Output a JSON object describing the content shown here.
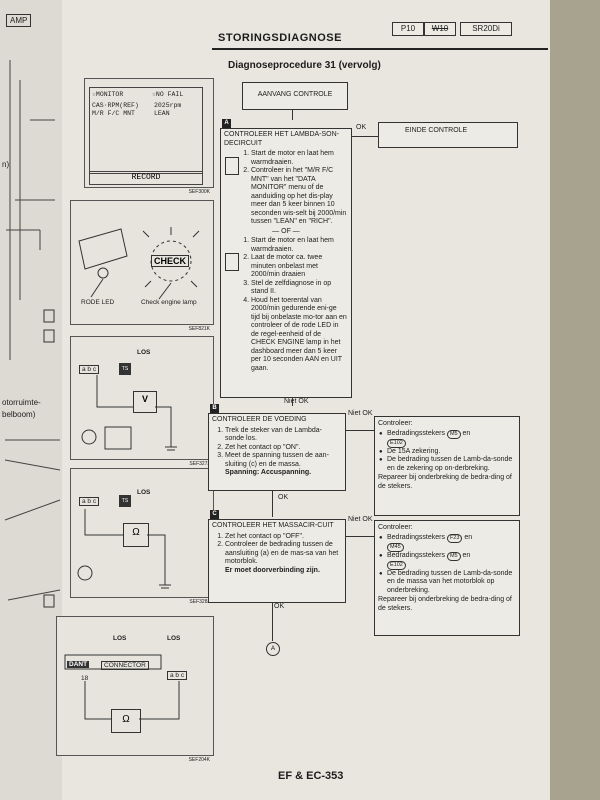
{
  "left_page": {
    "lamp": "AMP",
    "on": "n)",
    "ot": "otorruimte-",
    "belboom": "belboom)"
  },
  "header": {
    "title": "STORINGSDIAGNOSE",
    "tag1": "P10",
    "tag2": "W10",
    "tag3": "SR20Di"
  },
  "subtitle": "Diagnoseprocedure 31 (vervolg)",
  "flow": {
    "start": "AANVANG CONTROLE",
    "a_letter": "A",
    "a_title": "CONTROLEER HET LAMBDA-SON-DECIRCUIT",
    "a_steps": [
      "Start de motor en laat hem warmdraaien.",
      "Controleer in het \"M/R F/C MNT\" van het \"DATA MONITOR\" menu of de aanduiding op het dis-play meer dan 5 keer binnen 10 seconden wis-selt bij 2000/min tussen \"LEAN\" en \"RICH\"."
    ],
    "a_of": "OF",
    "a_steps2": [
      "Start de motor en laat hem warmdraaien.",
      "Laat de motor ca. twee minuten onbelast met 2000/min draaien",
      "Stel de zelfdiagnose in op stand II.",
      "Houd het toerental van 2000/min gedurende eni-ge tijd bij onbelaste mo-tor aan en controleer of de rode LED in de regel-eenheid of de CHECK ENGINE lamp in het dashboard meer dan 5 keer per 10 seconden AAN en UIT gaan."
    ],
    "ok": "OK",
    "end": "EINDE CONTROLE",
    "niet_ok": "Niet OK",
    "b_letter": "B",
    "b_title": "CONTROLEER DE VOEDING",
    "b_steps": [
      "Trek de steker van de Lambda-sonde los.",
      "Zet het contact op \"ON\".",
      "Meet de spanning tussen de aan-sluiting  (c)  en de massa."
    ],
    "b_result": "Spanning: Accuspanning.",
    "b_ok": "OK",
    "b_nietok": "Niet OK",
    "b_side": {
      "title": "Controleer:",
      "item1": "Bedradingsstekers",
      "p1": "M5",
      "en1": "en",
      "p2": "E102",
      "item2": "De 15A zekering.",
      "item3": "De bedrading tussen de Lamb-da-sonde en de zekering op on-derbreking.",
      "repair": "Repareer bij onderbreking de bedra-ding of de stekers."
    },
    "c_letter": "C",
    "c_title": "CONTROLEER HET MASSACIR-CUIT",
    "c_steps": [
      "Zet het contact op \"OFF\".",
      "Controleer de bedrading tussen de aansluiting  (a)  en de mas-sa van het motorblok."
    ],
    "c_result": "Er moet doorverbinding zijn.",
    "c_ok": "OK",
    "c_nietok": "Niet OK",
    "c_side": {
      "title": "Controleer:",
      "item1": "Bedradingsstekers",
      "p1": "F23",
      "en1": "en",
      "p2": "M45",
      "item2": "Bedradingsstekers",
      "p3": "M5",
      "en2": "en",
      "p4": "E102",
      "item3": "De bedrading tussen de Lamb-da-sonde en de massa van het motorblok op onderbreking.",
      "repair": "Repareer bij onderbreking de bedra-ding of de stekers."
    },
    "connector_a": "A"
  },
  "figs": {
    "f1": {
      "monitor": "MONITOR",
      "nofail": "NO FAIL",
      "l1": "CAS·RPM(REF)",
      "v1": "2025rpm",
      "l2": "M/R F/C MNT",
      "v2": "LEAN",
      "record": "RECORD",
      "code": "SEF300K"
    },
    "f2": {
      "check": "CHECK",
      "led": "RODE LED",
      "lamp": "Check engine lamp",
      "code": "SEF821K"
    },
    "f3": {
      "los": "LOS",
      "abc": "a b c",
      "ts": "TS",
      "v": "V",
      "code": "SEF327J"
    },
    "f4": {
      "los": "LOS",
      "abc": "a b c",
      "ts": "TS",
      "ohm": "Ω",
      "code": "SEF328J"
    },
    "f5": {
      "los1": "LOS",
      "los2": "LOS",
      "dant": "DANT",
      "connector": "CONNECTOR",
      "n18": "18",
      "abc": "a b c",
      "ohm": "Ω",
      "code": "SEF204K"
    }
  },
  "footer": "EF & EC-353"
}
